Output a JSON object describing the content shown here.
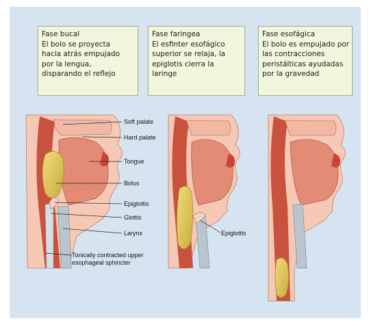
{
  "phases": [
    {
      "title": "Fase bucal",
      "lines": [
        "El bolo se proyecta",
        "hacia atrás empujado",
        "por la lengua,",
        "disparando el reflejo"
      ]
    },
    {
      "title": "Fase faringea",
      "lines": [
        "El esfinter esofágico",
        "superior se relaja, la",
        "epiglotis cierra la",
        "laringe"
      ]
    },
    {
      "title": "Fase esofágica",
      "lines": [
        "El bolo es empujado por",
        "las contracciones",
        "peristálticas ayudadas",
        "por la gravedad"
      ]
    }
  ],
  "labels": {
    "soft_palate": "Soft palate",
    "hard_palate": "Hard palate",
    "tongue": "Tongue",
    "bolus": "Bolus",
    "epiglottis": "Epiglottis",
    "glottis": "Glottis",
    "larynx": "Larynx",
    "sphincter_1": "Tonically contracted upper",
    "sphincter_2": "esophageal sphincter",
    "epiglottis_2": "Epiglottis"
  },
  "colors": {
    "background": "#d6e4f1",
    "box_fill": "#f2f6dc",
    "muscle": "#e9937e",
    "bolus": "#e0c75a"
  }
}
